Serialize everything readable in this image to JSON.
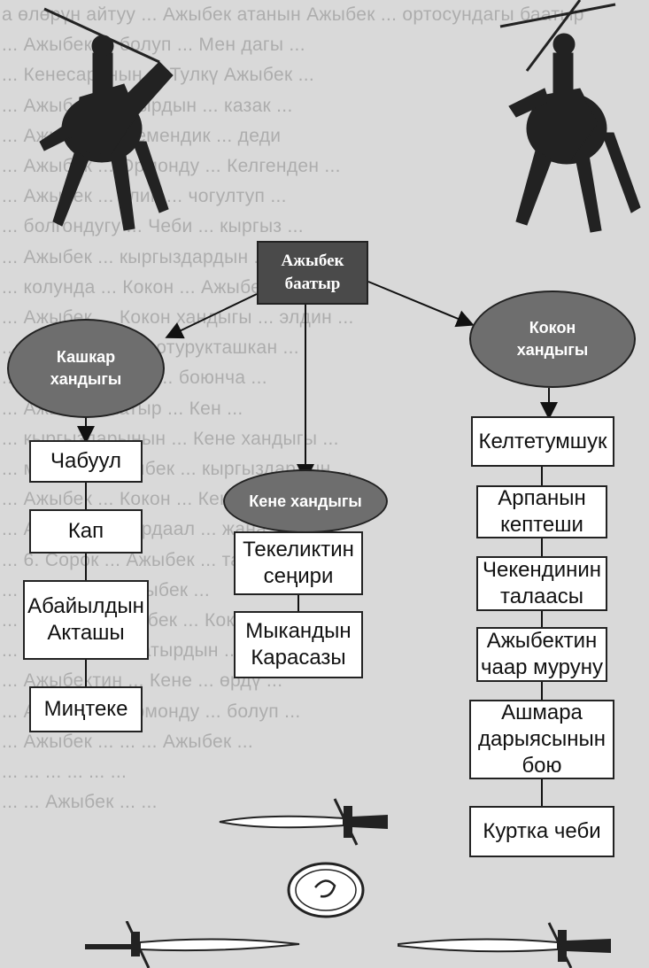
{
  "background_text": [
    "а өлөрүн айтуу ... Ажыбек атанын Ажыбек ... ортосундагы баатыр",
    "... Ажыбек ... болуп ... Мен дагы ...",
    "... Кенесаринын ... Тулкү Ажыбек ...",
    "... Ажыбек баатырдын ... казак ...",
    "... Ажыбек ... эгемендик ... деди",
    "... Ажыбек ... Ормонду ... Келгенден ...",
    "... Ажыбек ... элин ... чогултуп ...",
    "... болгондугу ... Чеби ... кыргыз ...",
    "... Ажыбек ... кыргыздардын ... баатыр ...",
    "... колунда ... Кокон ... Ажыбек ...",
    "... Ажыбек ... Кокон хандыгы ... элдин ...",
    "... Хан ... жана ... отурукташкан ...",
    "... Ажыбек ... бир ... боюнча ...",
    "... Ажыбек баатыр ... Кен ...",
    "... кыргыздарынын ... Кене хандыгы ...",
    "... менен ... Ажыбек ... кыргыздардын ...",
    "... Ажыбек ... Кокон ... Кене ...",
    "... Ажыбек ... кырдаал ... жана ...",
    "... 6. Сорок ... Ажыбек ... тарыхы ...",
    "... Ажыбек ... Ажыбек ... ",
    "... ымагы ... Ажыбек ... Кокон ...",
    "... Ажыбек ... баатырдын ... ",
    "... Ажыбектин ... Кене ... өрдү ...",
    "... Ажыбек ... Ормонду ... болуп ...",
    "... Ажыбек ... ... ... Ажыбек ...",
    "... ... ... ... ... ...",
    "... ... Ажыбек ... ..."
  ],
  "root": {
    "line1": "Ажыбек",
    "line2": "баатыр"
  },
  "khanates": {
    "kashgar": {
      "line1": "Кашкар",
      "line2": "хандыгы"
    },
    "kokon": {
      "line1": "Кокон",
      "line2": "хандыгы"
    },
    "kene": {
      "line1": "Кене хандыгы"
    }
  },
  "kashgar_places": [
    {
      "line1": "Чабуул",
      "line2": ""
    },
    {
      "line1": "Кап",
      "line2": ""
    },
    {
      "line1": "Абайылдын",
      "line2": "Акташы"
    },
    {
      "line1": "Миңтеке",
      "line2": ""
    }
  ],
  "kene_places": [
    {
      "line1": "Текеликтин",
      "line2": "сеңири"
    },
    {
      "line1": "Мыкандын",
      "line2": "Карасазы"
    }
  ],
  "kokon_places": [
    {
      "line1": "Келтетумшук",
      "line2": "",
      "line3": ""
    },
    {
      "line1": "Арпанын",
      "line2": "кептеши",
      "line3": ""
    },
    {
      "line1": "Чекендинин",
      "line2": "талаасы",
      "line3": ""
    },
    {
      "line1": "Ажыбектин",
      "line2": "чаар муруну",
      "line3": ""
    },
    {
      "line1": "Ашмара",
      "line2": "дарыясынын",
      "line3": "бою"
    },
    {
      "line1": "Куртка чеби",
      "line2": "",
      "line3": ""
    }
  ]
}
